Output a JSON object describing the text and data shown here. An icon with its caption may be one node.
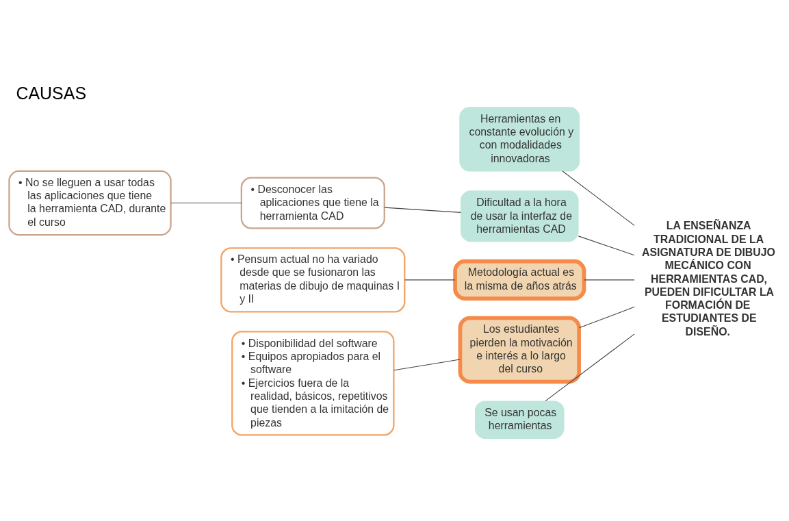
{
  "diagram": {
    "title": "CAUSAS",
    "nodes": [
      {
        "text": [
          "Herramientas en constante evolución y con modalidades innovadoras"
        ]
      },
      {
        "text": [
          "• No se lleguen a usar todas las aplicaciones que tiene la herramienta CAD, durante el curso"
        ]
      },
      {
        "text": [
          "• Desconocer las aplicaciones que tiene la herramienta CAD"
        ]
      },
      {
        "text": [
          "Dificultad a la hora de usar la interfaz de herramientas CAD"
        ]
      },
      {
        "text": [
          "• Pensum actual no ha variado desde que se fusionaron las materias de dibujo de maquinas I y II"
        ]
      },
      {
        "text": [
          "Metodología actual es la misma de años atrás"
        ]
      },
      {
        "text": [
          "• Disponibilidad del software",
          "• Equipos apropiados para el software",
          "• Ejercicios fuera de la realidad, básicos, repetitivos que tienden a la imitación de piezas"
        ]
      },
      {
        "text": [
          "Los estudiantes pierden la motivación e interés a lo largo del curso"
        ]
      },
      {
        "text": [
          "Se usan pocas herramientas"
        ]
      },
      {
        "text": [
          "LA ENSEÑANZA TRADICIONAL DE LA ASIGNATURA DE DIBUJO MECÁNICO CON HERRAMIENTAS CAD, PUEDEN DIFICULTAR LA FORMACIÓN DE ESTUDIANTES DE DISEÑO."
        ]
      }
    ],
    "edges": [
      {
        "from": 1,
        "to": 2,
        "arrow": "none"
      },
      {
        "from": 2,
        "to": 3,
        "arrow": "none"
      },
      {
        "from": 4,
        "to": 5,
        "arrow": "none"
      },
      {
        "from": 6,
        "to": 7,
        "arrow": "none"
      },
      {
        "from": 0,
        "to": 9,
        "arrow": "none"
      },
      {
        "from": 3,
        "to": 9,
        "arrow": "none"
      },
      {
        "from": 5,
        "to": 9,
        "arrow": "none"
      },
      {
        "from": 7,
        "to": 9,
        "arrow": "none"
      },
      {
        "from": 8,
        "to": 9,
        "arrow": "none"
      }
    ]
  }
}
